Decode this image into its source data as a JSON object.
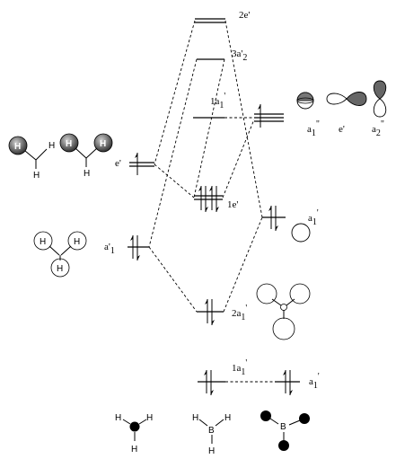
{
  "mo_labels": {
    "2e_prime": "2e'",
    "3a2_prime": "3a'",
    "3a2_sub": "2",
    "1a1_prime_upper": "1a",
    "1a1_prime_upper_sub": "1",
    "1a1_prime_upper_sup": "'",
    "1e_prime": "1e'",
    "2a1_prime": "2a",
    "2a1_sub": "1",
    "2a1_sup": "'",
    "1a1_prime_lower": "1a",
    "1a1_prime_lower_sub": "1",
    "1a1_prime_lower_sup": "'"
  },
  "left_labels": {
    "e_prime": "e'",
    "a1_prime": "a'",
    "a1_prime_sub": "1"
  },
  "right_labels": {
    "a1_dprime": "a",
    "a1_dprime_sub": "1",
    "a1_dprime_sup": "\"",
    "e_prime": "e'",
    "a2_dprime": "a",
    "a2_dprime_sub": "2",
    "a2_dprime_sup": "\"",
    "a1_prime": "a",
    "a1_prime_sub": "1",
    "a1_prime_sup": "'",
    "a1_prime_bottom": "a",
    "a1_prime_bottom_sub": "1",
    "a1_prime_bottom_sup": "'"
  },
  "atoms": {
    "h": "H",
    "b": "B"
  }
}
